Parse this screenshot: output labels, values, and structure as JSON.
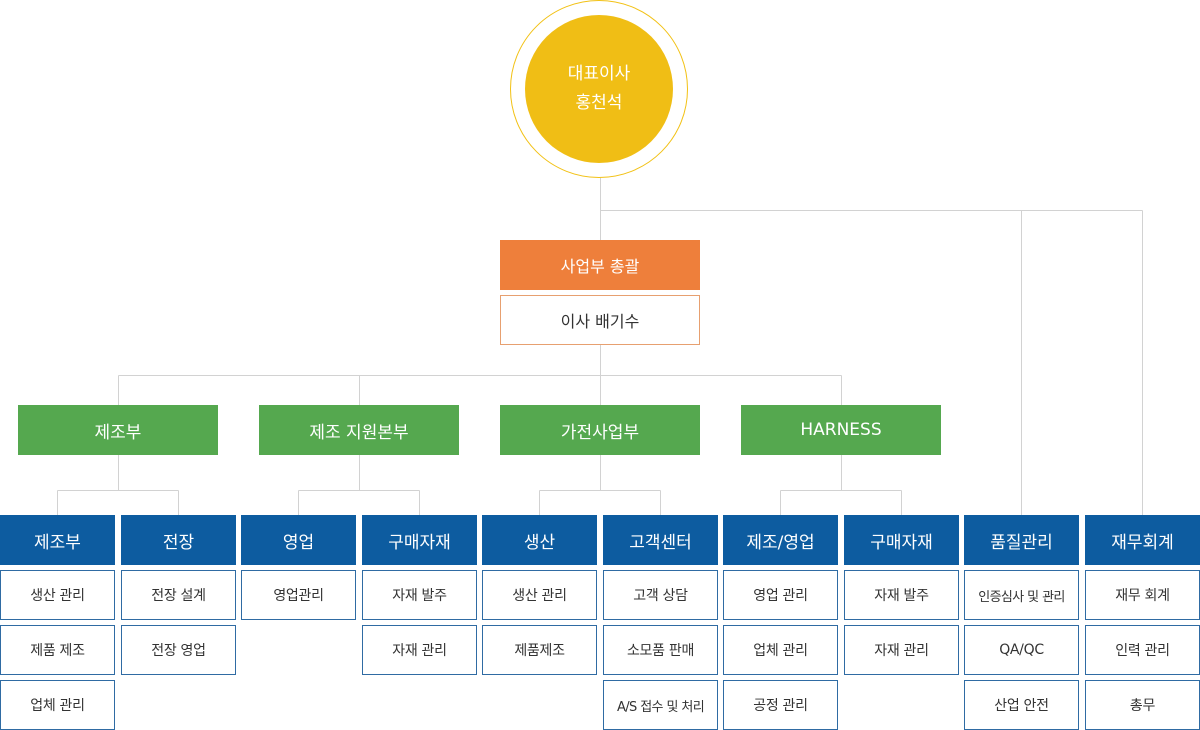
{
  "ceo": {
    "title": "대표이사",
    "name": "홍천석"
  },
  "hq": {
    "title": "사업부 총괄",
    "director": "이사 배기수"
  },
  "departments": [
    {
      "label": "제조부"
    },
    {
      "label": "제조 지원본부"
    },
    {
      "label": "가전사업부"
    },
    {
      "label": "HARNESS"
    }
  ],
  "teams": [
    {
      "label": "제조부",
      "tasks": [
        "생산 관리",
        "제품 제조",
        "업체 관리"
      ]
    },
    {
      "label": "전장",
      "tasks": [
        "전장 설계",
        "전장 영업"
      ]
    },
    {
      "label": "영업",
      "tasks": [
        "영업관리"
      ]
    },
    {
      "label": "구매자재",
      "tasks": [
        "자재 발주",
        "자재 관리"
      ]
    },
    {
      "label": "생산",
      "tasks": [
        "생산 관리",
        "제품제조"
      ]
    },
    {
      "label": "고객센터",
      "tasks": [
        "고객 상담",
        "소모품 판매",
        "A/S 접수 및 처리"
      ]
    },
    {
      "label": "제조/영업",
      "tasks": [
        "영업 관리",
        "업체 관리",
        "공정 관리"
      ]
    },
    {
      "label": "구매자재",
      "tasks": [
        "자재 발주",
        "자재 관리"
      ]
    },
    {
      "label": "품질관리",
      "tasks": [
        "인증심사 및 관리",
        "QA/QC",
        "산업 안전"
      ]
    },
    {
      "label": "재무회계",
      "tasks": [
        "재무 회계",
        "인력 관리",
        "총무"
      ]
    }
  ],
  "colors": {
    "ceo": "#f0be15",
    "hq": "#ee7f3b",
    "department": "#55a84f",
    "team": "#0d5ca0",
    "line": "#d2d2d2"
  }
}
